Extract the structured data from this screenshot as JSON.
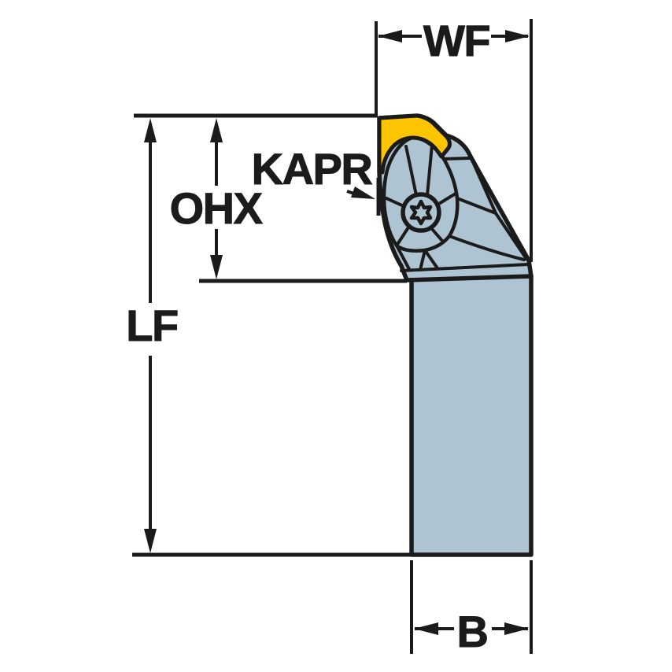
{
  "labels": {
    "wf": "WF",
    "kapr": "KAPR",
    "ohx": "OHX",
    "lf": "LF",
    "b": "B"
  },
  "colors": {
    "background": "#ffffff",
    "body": "#afc4d2",
    "insert": "#fdc500",
    "line": "#1b1b1b"
  }
}
